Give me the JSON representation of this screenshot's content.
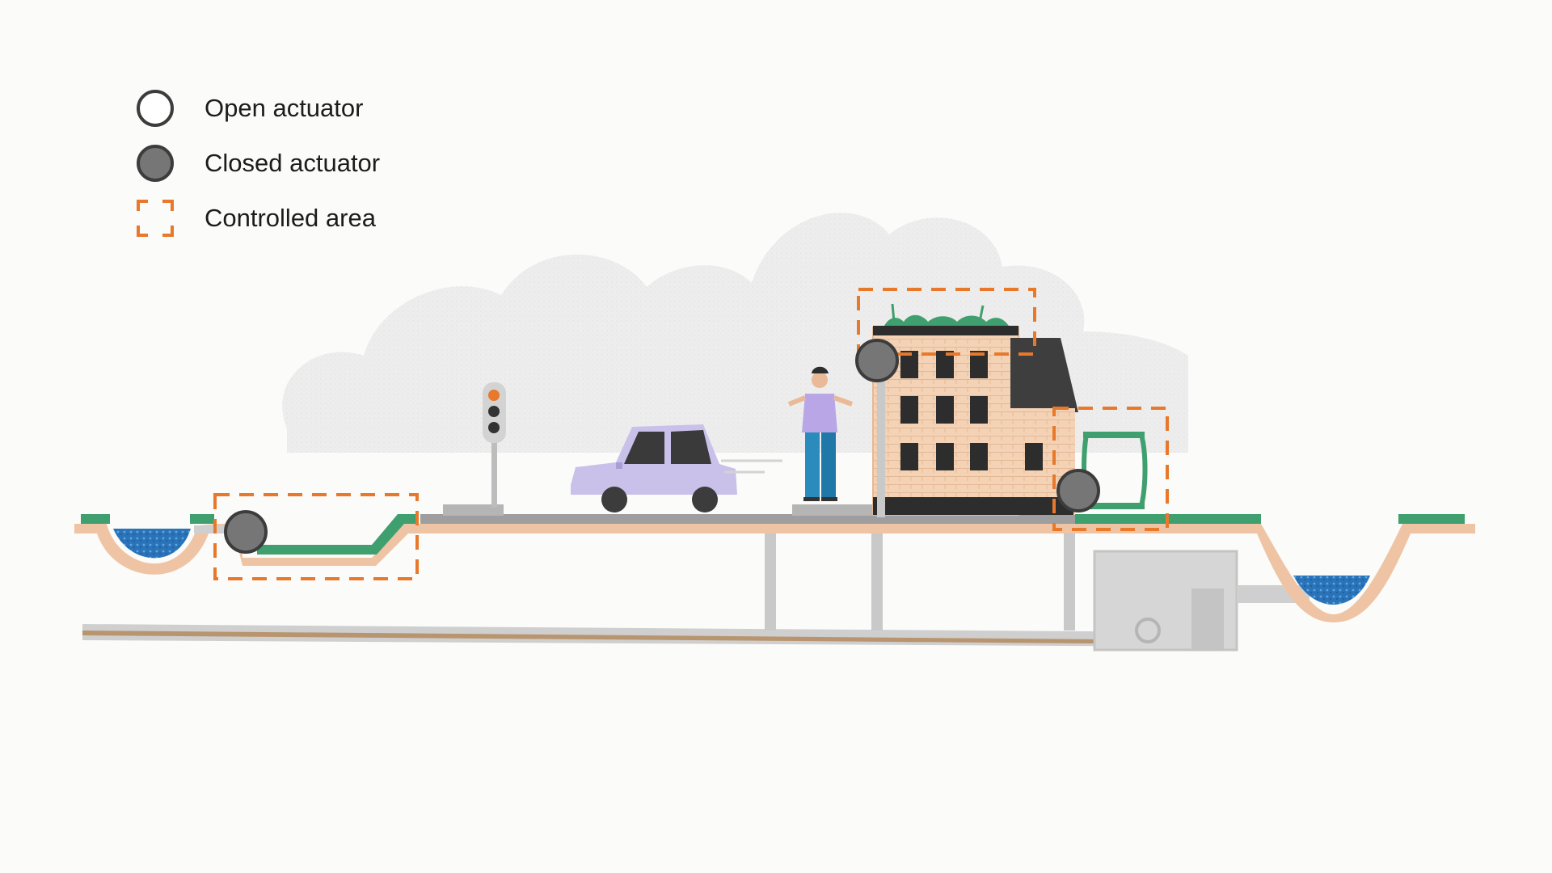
{
  "legend": {
    "open_actuator": "Open actuator",
    "closed_actuator": "Closed actuator",
    "controlled_area": "Controlled area"
  },
  "colors": {
    "background": "#fbfbf9",
    "ground_green": "#3f9f6e",
    "ground_soil": "#efc4a4",
    "pipe_grey": "#c9c9c9",
    "water_blue": "#2f7fc0",
    "controlled_area_orange": "#e8792b",
    "actuator_closed": "#767676",
    "actuator_outline": "#3c3c3c",
    "car_purple": "#c9c1ea",
    "building_facade": "#f3d2b5",
    "cloud": "#eeeeee"
  },
  "icons": {
    "open": "open-actuator-icon",
    "closed": "closed-actuator-icon",
    "area": "controlled-area-icon"
  }
}
